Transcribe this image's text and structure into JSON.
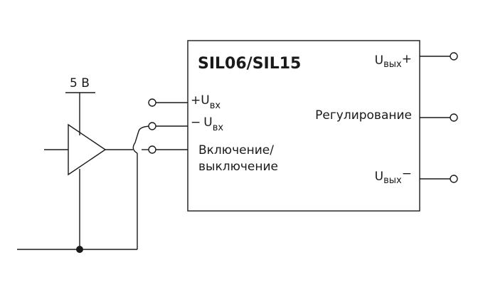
{
  "module": {
    "title": "SIL06/SIL15"
  },
  "supply": {
    "label": "5 В"
  },
  "inputs": {
    "plus_sign": "+",
    "minus_sign": "−",
    "u": "U",
    "vx": "вх",
    "onoff_line1": "Включение/",
    "onoff_line2": "выключение"
  },
  "outputs": {
    "u": "U",
    "vyx": "вых",
    "plus_sign": "+",
    "minus_sign": "−",
    "regulation": "Регулирование"
  }
}
